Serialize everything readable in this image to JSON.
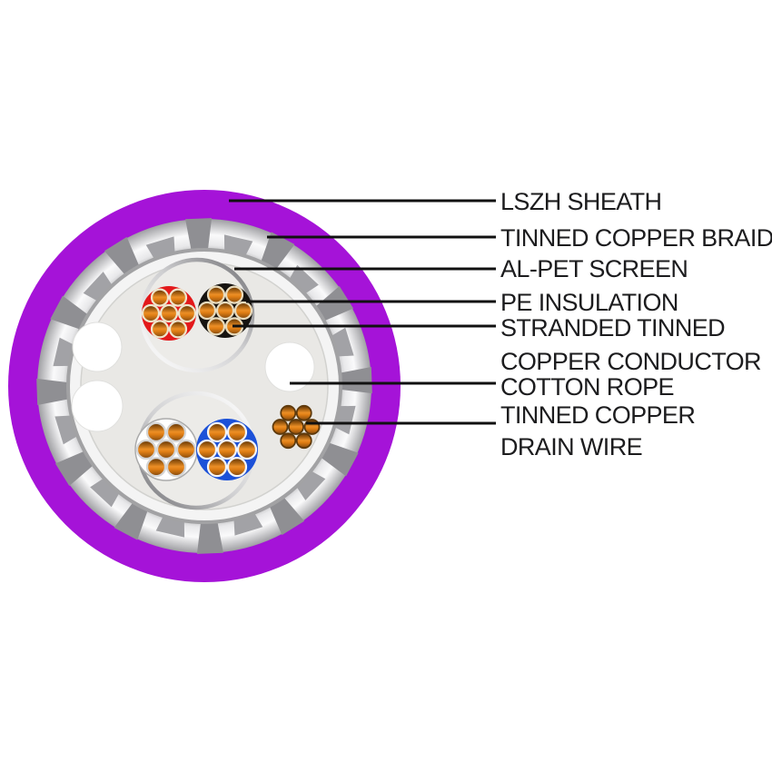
{
  "figure_type": "cable-cross-section",
  "labels": [
    {
      "id": "lszh-sheath",
      "lines": [
        "LSZH SHEATH"
      ]
    },
    {
      "id": "tinned-copper-braid",
      "lines": [
        "TINNED COPPER BRAID"
      ]
    },
    {
      "id": "al-pet-screen",
      "lines": [
        "AL-PET SCREEN"
      ]
    },
    {
      "id": "pe-insulation",
      "lines": [
        "PE INSULATION"
      ]
    },
    {
      "id": "stranded-tinned-copper-conductor",
      "lines": [
        "STRANDED TINNED",
        "COPPER CONDUCTOR"
      ]
    },
    {
      "id": "cotton-rope",
      "lines": [
        "COTTON ROPE"
      ]
    },
    {
      "id": "tinned-copper-drain-wire",
      "lines": [
        "TINNED COPPER",
        "DRAIN WIRE"
      ]
    }
  ],
  "conductors": {
    "pairs": [
      {
        "insulation_colors": [
          "red",
          "black"
        ],
        "strands_per_conductor": 7
      },
      {
        "insulation_colors": [
          "white",
          "blue"
        ],
        "strands_per_conductor": 7
      }
    ],
    "drain_wire_strands": 7,
    "cotton_rope_fillers": 3
  },
  "colors": {
    "sheath_purple": "#A513D8",
    "braid_segment_gray": "#8F8F93",
    "insulation_red": "#E3191B",
    "insulation_black": "#161310",
    "insulation_white": "#FFFFFF",
    "insulation_blue": "#1C51D8",
    "copper_strand_orange": "#E8831E",
    "leader_line_black": "#111111",
    "label_text": "#1C1C1E"
  }
}
